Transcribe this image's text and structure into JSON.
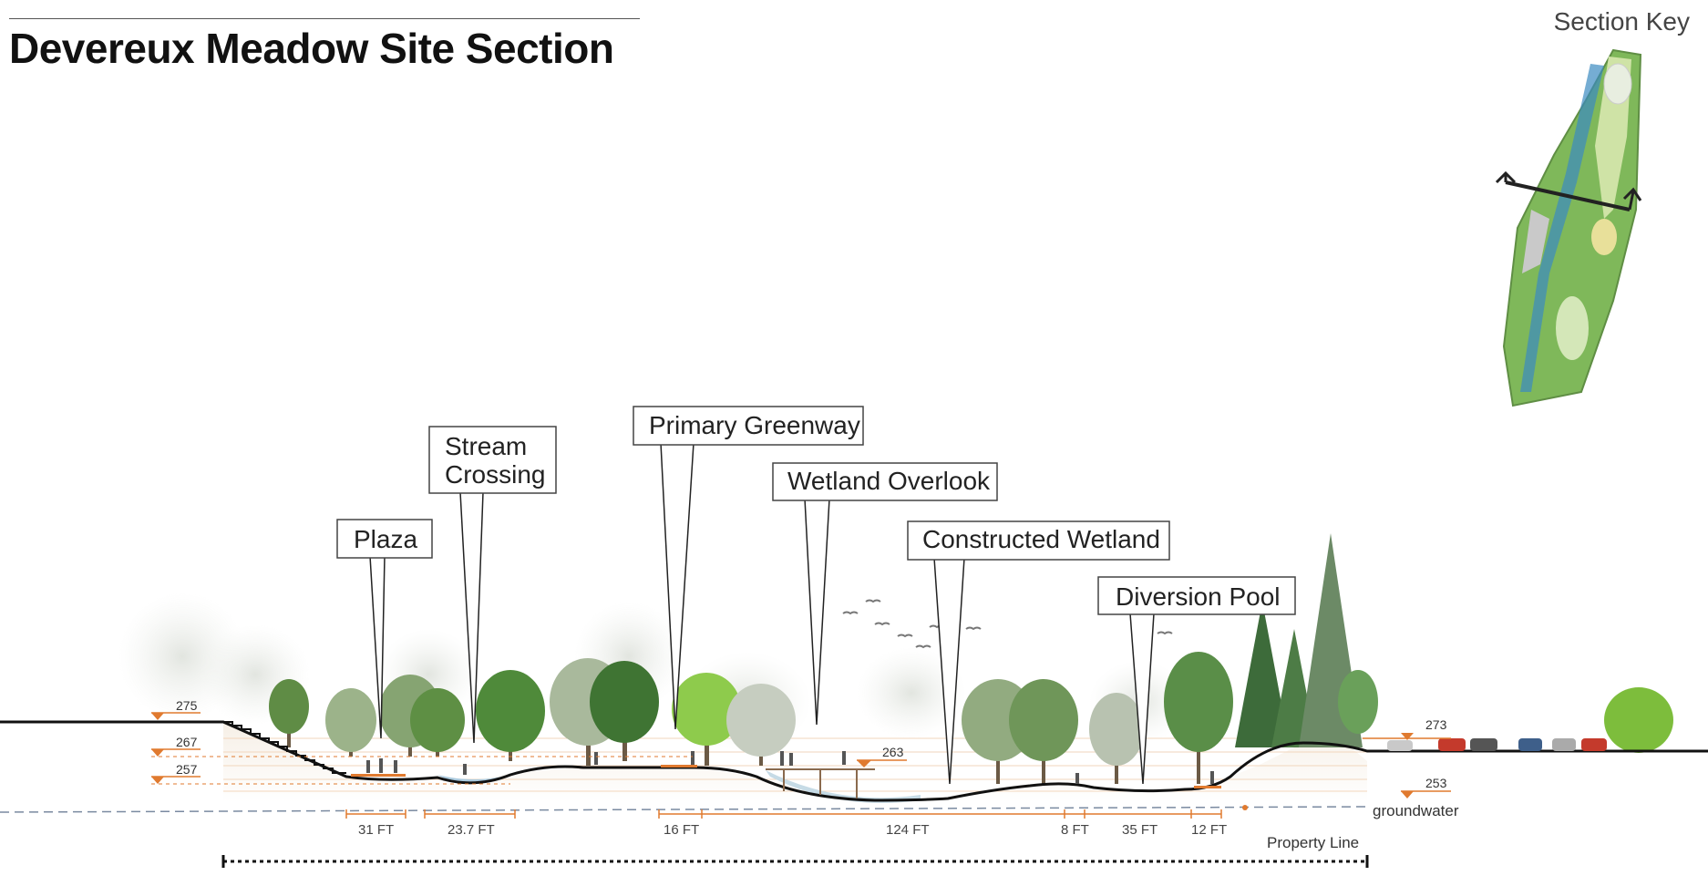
{
  "title": "Devereux Meadow Site Section",
  "section_key_label": "Section Key",
  "callouts": {
    "plaza": "Plaza",
    "stream_crossing_line1": "Stream",
    "stream_crossing_line2": "Crossing",
    "primary_greenway": "Primary Greenway",
    "wetland_overlook": "Wetland Overlook",
    "constructed_wetland": "Constructed Wetland",
    "diversion_pool": "Diversion Pool"
  },
  "elevations": {
    "e275": "275",
    "e267": "267",
    "e257": "257",
    "e263": "263",
    "e273": "273",
    "e253": "253"
  },
  "dimensions": {
    "d1": "31 FT",
    "d2": "23.7 FT",
    "d3": "16 FT",
    "d4": "124 FT",
    "d5": "8 FT",
    "d6": "35 FT",
    "d7": "12 FT"
  },
  "labels": {
    "groundwater": "groundwater",
    "property_line": "Property Line"
  },
  "colors": {
    "accent_orange": "#e07a2f",
    "tree_green": "#6d9a4a",
    "ground_line": "#111111",
    "map_green": "#7fb85a"
  }
}
